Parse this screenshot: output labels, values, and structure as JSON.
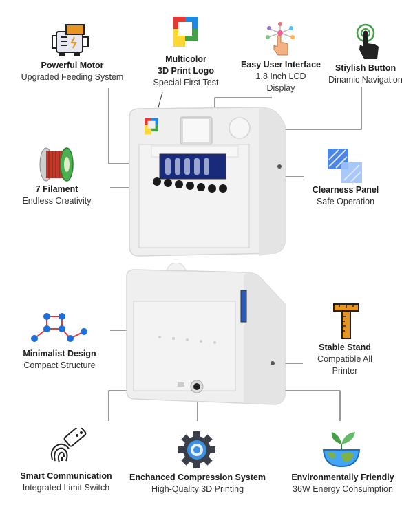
{
  "features": {
    "motor": {
      "title": "Powerful Motor",
      "sub": "Upgraded Feeding System"
    },
    "logo": {
      "title1": "Multicolor",
      "title2": "3D Print Logo",
      "sub": "Special First Test"
    },
    "ui": {
      "title": "Easy User Interface",
      "sub1": "1.8 Inch LCD",
      "sub2": "Display"
    },
    "button": {
      "title": "Stiylish Button",
      "sub": "Dinamic Navigation"
    },
    "filament": {
      "title": "7 Filament",
      "sub": "Endless Creativity"
    },
    "panel": {
      "title": "Clearness Panel",
      "sub": "Safe Operation"
    },
    "design": {
      "title": "Minimalist Design",
      "sub": "Compact Structure"
    },
    "stand": {
      "title": "Stable Stand",
      "sub1": "Compatible All",
      "sub2": "Printer"
    },
    "comm": {
      "title": "Smart Communication",
      "sub": "Integrated Limit Switch"
    },
    "compression": {
      "title": "Enchanced Compression System",
      "sub": "High-Quality 3D Printing"
    },
    "eco": {
      "title": "Environmentally Friendly",
      "sub": "36W Energy Consumption"
    }
  },
  "colors": {
    "accent_orange": "#e8951f",
    "accent_blue": "#2f6fd6",
    "line": "#333333",
    "device": "#efefef"
  },
  "icons": [
    "engine-icon",
    "multicolor-logo-icon",
    "touch-interface-icon",
    "push-button-icon",
    "filament-spool-icon",
    "clear-panel-icon",
    "network-nodes-icon",
    "ruler-stand-icon",
    "fingerprint-key-icon",
    "gear-icon",
    "eco-globe-icon"
  ]
}
